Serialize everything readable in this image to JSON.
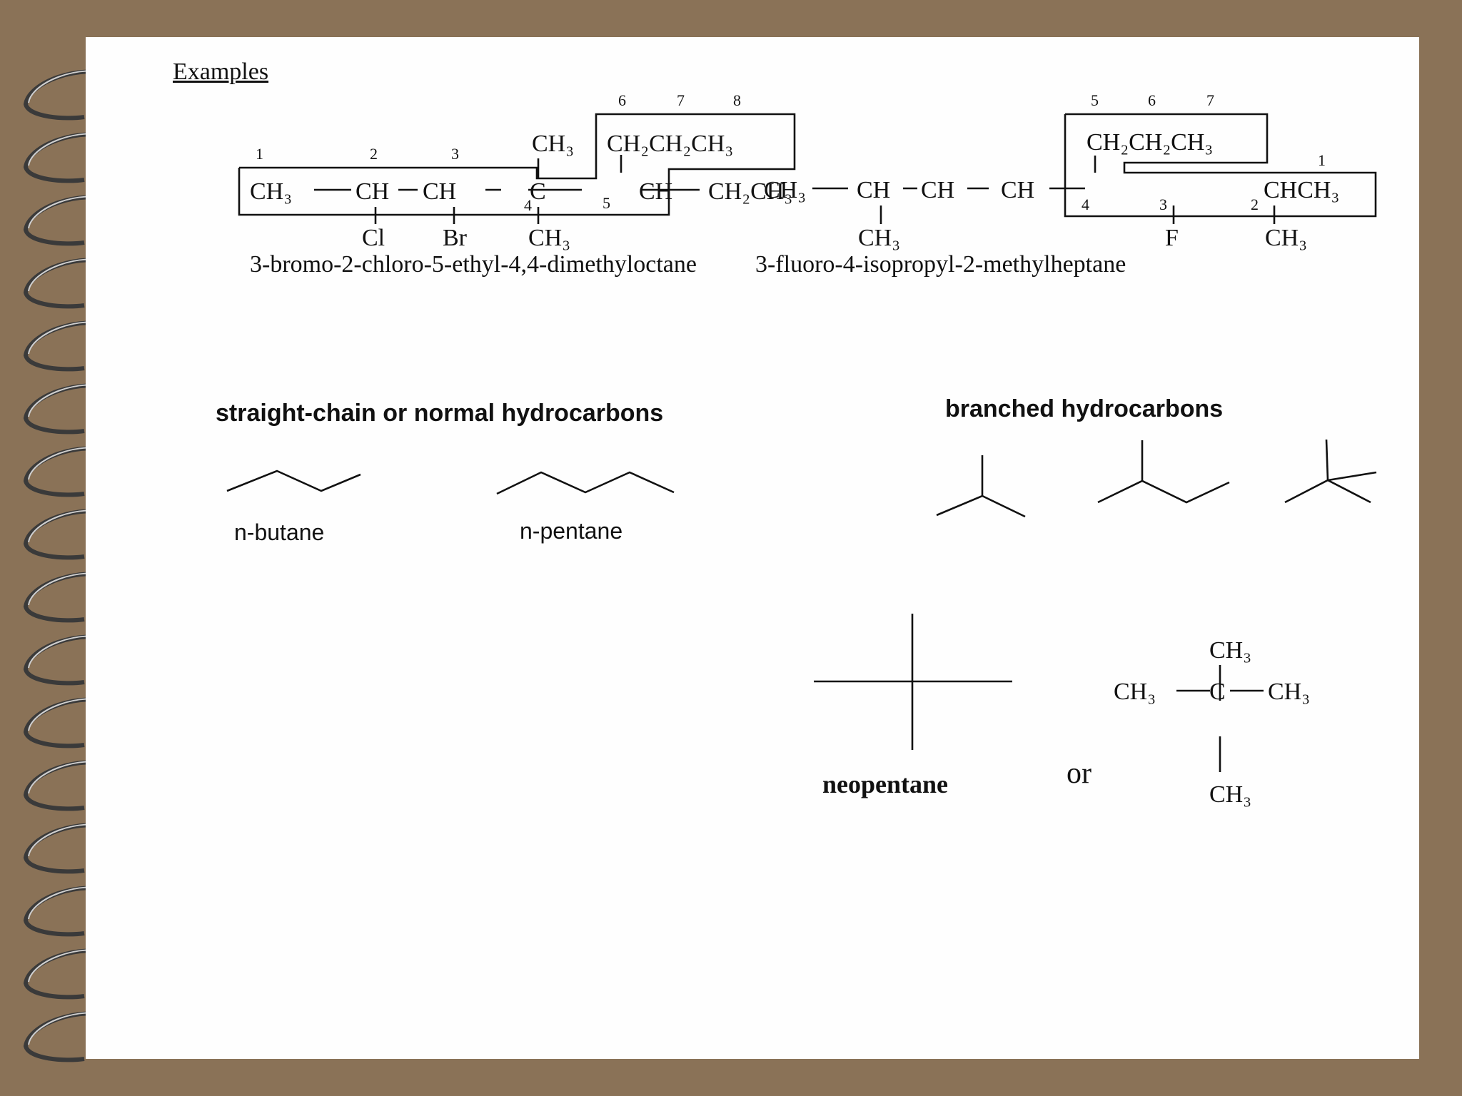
{
  "heading": "Examples",
  "example1": {
    "name": "3-bromo-2-chloro-5-ethyl-4,4-dimethyloctane",
    "numbers": [
      "1",
      "2",
      "3",
      "4",
      "5",
      "6",
      "7",
      "8"
    ],
    "groups": {
      "ch3_left": "CH3",
      "ch_a": "CH",
      "ch_b": "CH",
      "c": "C",
      "ch_c": "CH",
      "ch2ch3": "CH2CH3",
      "ch3_top": "CH3",
      "propyl": "CH2CH2CH3",
      "cl": "Cl",
      "br": "Br",
      "ch3_bottom": "CH3"
    }
  },
  "example2": {
    "name": "3-fluoro-4-isopropyl-2-methylheptane",
    "numbers": [
      "1",
      "2",
      "3",
      "4",
      "5",
      "6",
      "7"
    ],
    "groups": {
      "ch3_left": "CH3",
      "ch_a": "CH",
      "ch_b": "CH",
      "ch_c": "CH",
      "chch3": "CHCH3",
      "propyl": "CH2CH2CH3",
      "ch3_bottom1": "CH3",
      "f": "F",
      "ch3_bottom2": "CH3"
    }
  },
  "straight": {
    "title": "straight-chain or normal hydrocarbons",
    "butane": "n-butane",
    "pentane": "n-pentane"
  },
  "branched": {
    "title": "branched hydrocarbons"
  },
  "neopentane": {
    "label": "neopentane",
    "or": "or",
    "center": "C",
    "ch3": "CH3"
  }
}
